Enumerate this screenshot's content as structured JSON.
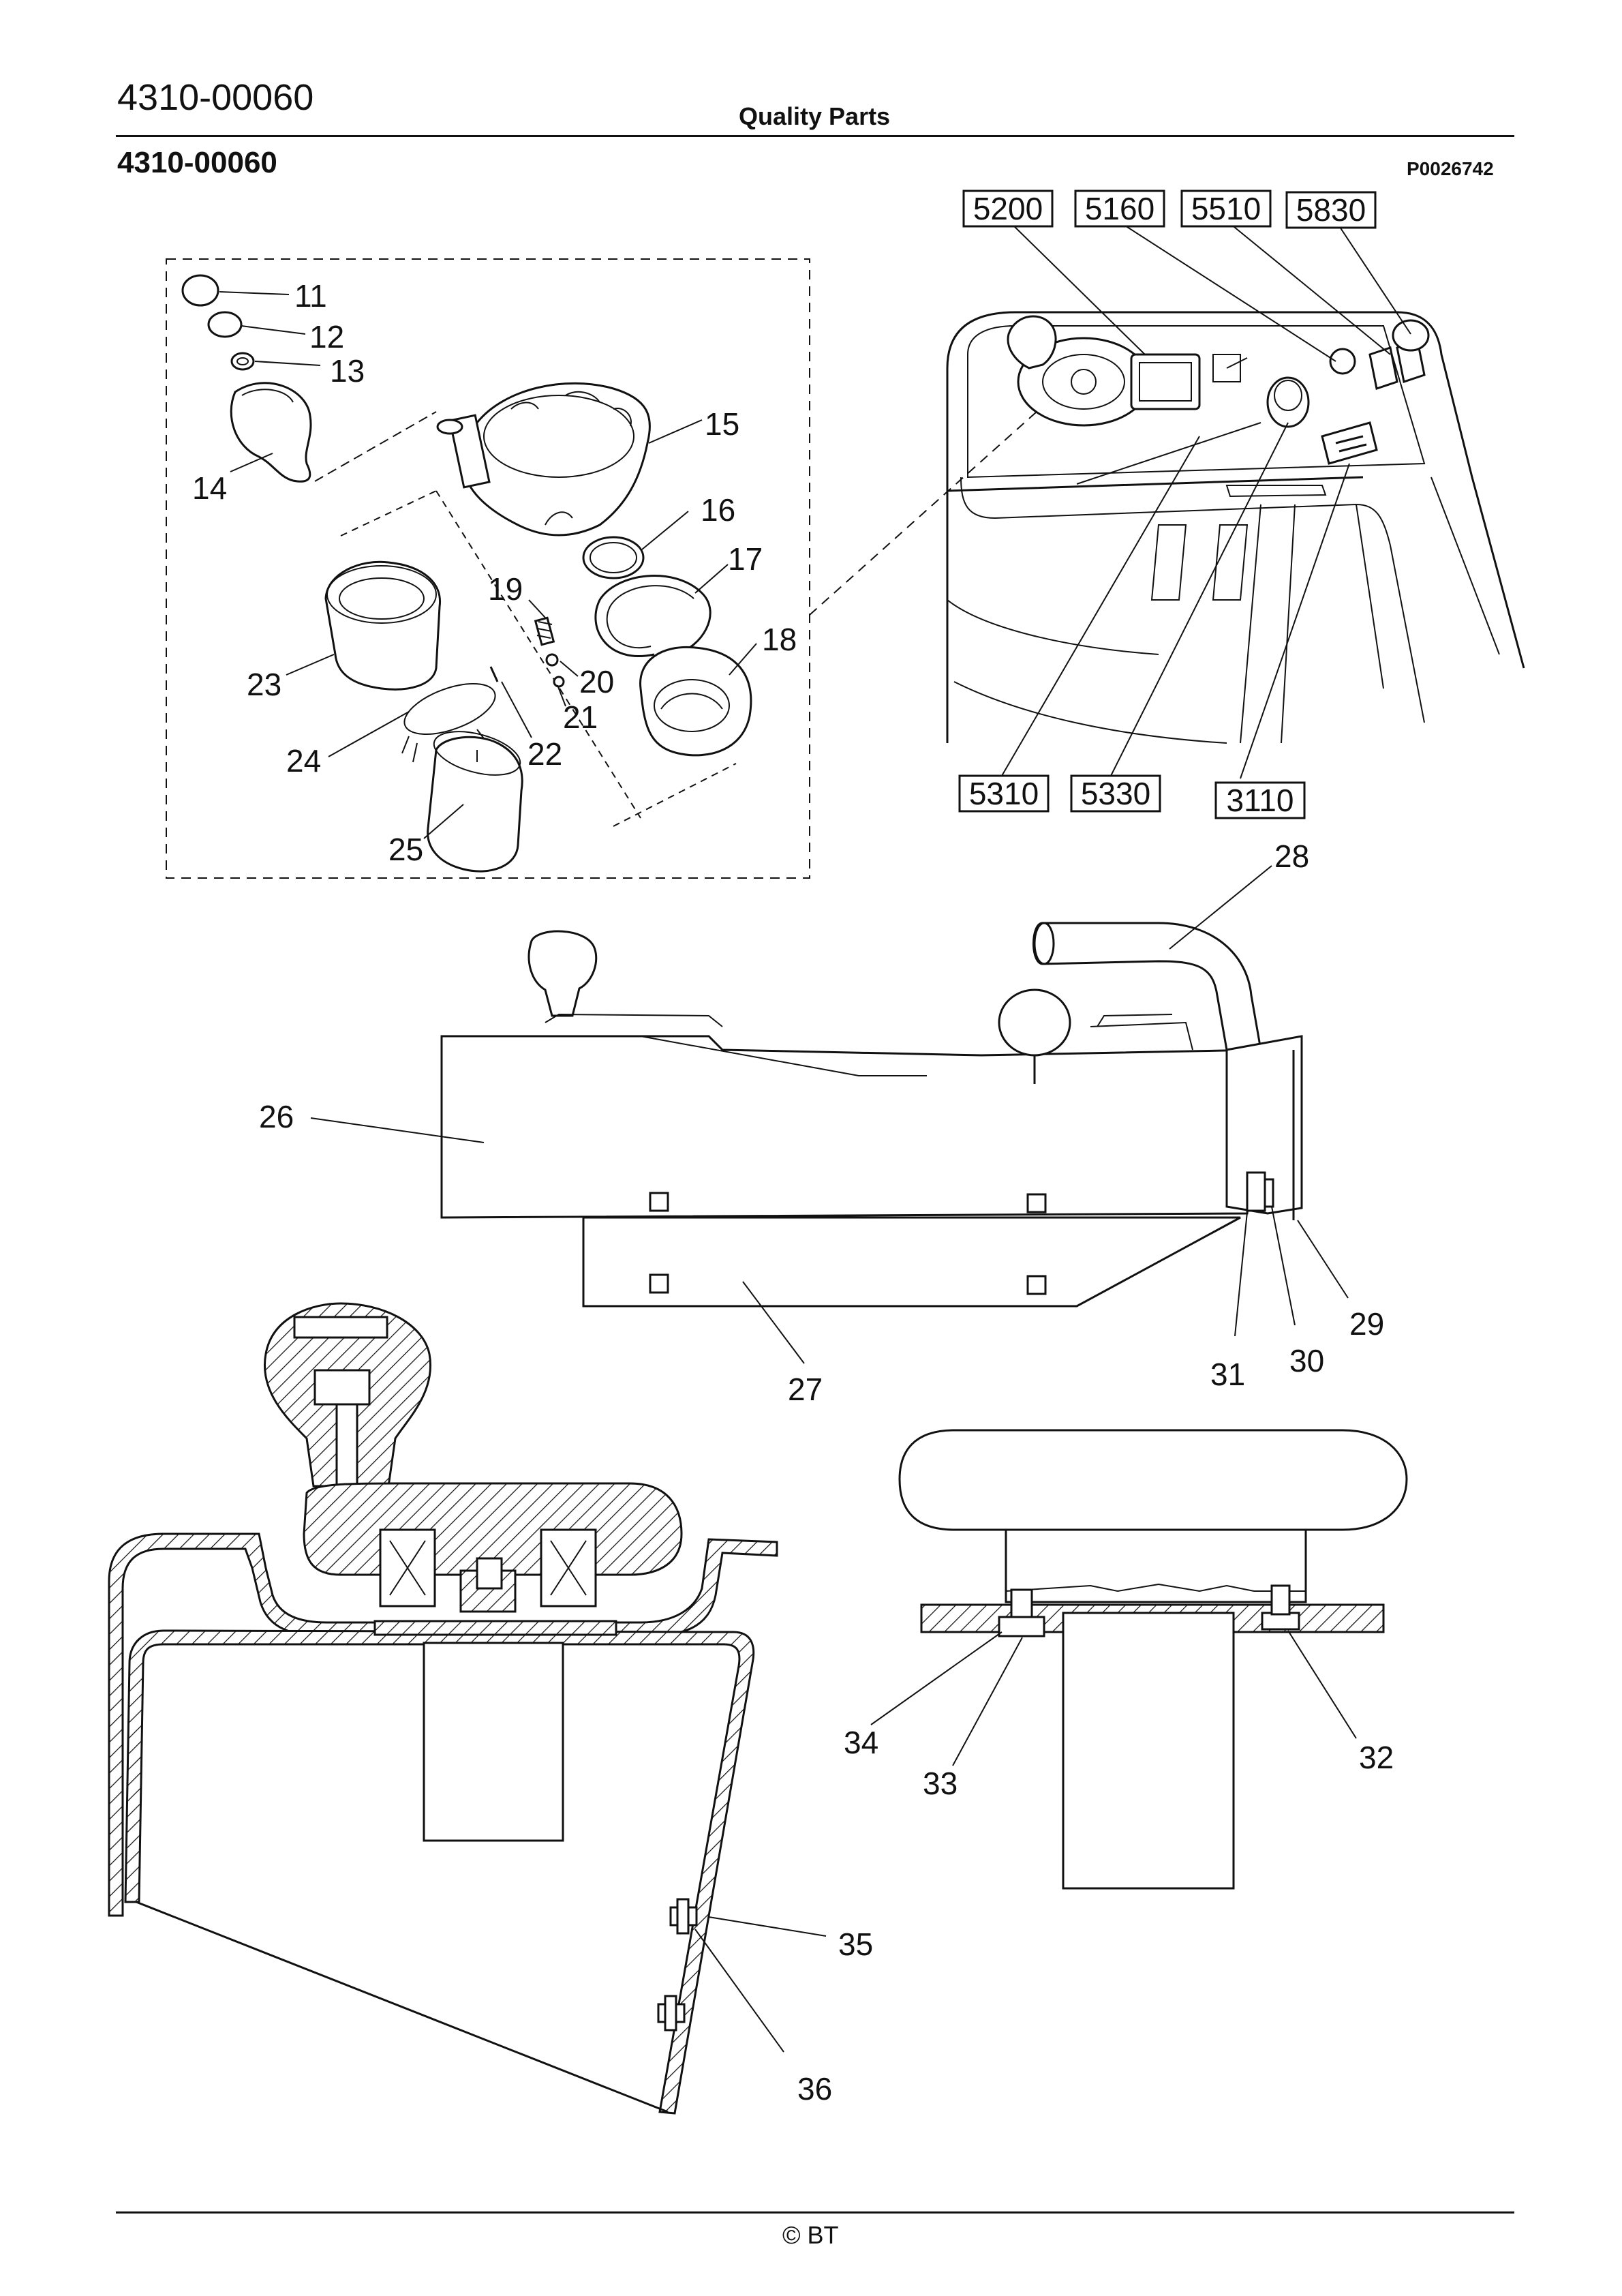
{
  "header": {
    "document_code": "4310-00060",
    "brand_text": "Quality Parts",
    "section_title": "4310-00060",
    "drawing_id": "P0026742"
  },
  "footer": {
    "copyright": "© BT"
  },
  "callouts": [
    "11",
    "12",
    "13",
    "14",
    "15",
    "16",
    "17",
    "18",
    "19",
    "20",
    "21",
    "22",
    "23",
    "24",
    "25",
    "26",
    "27",
    "28",
    "29",
    "30",
    "31",
    "32",
    "33",
    "34",
    "35",
    "36"
  ],
  "part_refs": [
    "5200",
    "5160",
    "5510",
    "5830",
    "5310",
    "5330",
    "3110"
  ]
}
